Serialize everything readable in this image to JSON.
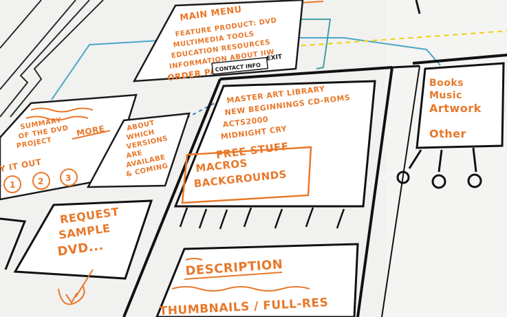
{
  "main_menu": {
    "title": "MAIN MENU",
    "items": [
      "FEATURE PRODUCT: DVD",
      "MULTIMEDIA TOOLS",
      "EDUCATION RESOURCES",
      "INFORMATION ABOUT IIW",
      "ORDER PAGE"
    ],
    "exit": "EXIT",
    "contact": "CONTACT INFO"
  },
  "summary": {
    "lines": [
      "SUMMARY",
      "OF THE DVD",
      "PROJECT"
    ],
    "more": "MORE"
  },
  "versions": {
    "lines": [
      "ABOUT",
      "WHICH",
      "VERSIONS",
      "ARE",
      "AVAILABE",
      "& COMING"
    ]
  },
  "try_it_out": {
    "label": "Y IT OUT",
    "steps": [
      "1",
      "2",
      "3"
    ]
  },
  "library": {
    "items": [
      "MASTER ART LIBRARY",
      "NEW BEGINNINGS CD-ROMS",
      "ACTS2000",
      "MIDNIGHT CRY"
    ],
    "free_stuff": "FREE STUFF",
    "free_items": [
      "MACROS",
      "BACKGROUNDS"
    ]
  },
  "products": {
    "items": [
      "Books",
      "Music",
      "Artwork",
      "Other"
    ]
  },
  "request": {
    "lines": [
      "REQUEST",
      "SAMPLE",
      "DVD..."
    ]
  },
  "description": {
    "title": "DESCRIPTION",
    "footer": "THUMBNAILS / FULL-RES"
  },
  "colors": {
    "orange_marker": "#e8782a",
    "black_marker": "#1a1a1a",
    "blue_marker": "#4aa6c8",
    "teal_marker": "#3f9fa6",
    "yellow_marker": "#f0d000",
    "board": "#f1f1ef"
  }
}
